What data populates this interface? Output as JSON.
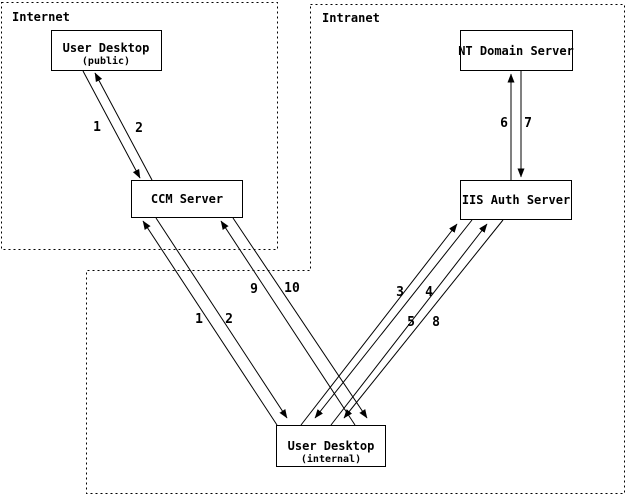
{
  "diagram": {
    "title_colors": {
      "ink": "#000000",
      "paper": "#ffffff"
    },
    "zones": [
      {
        "id": "internet",
        "label": "Internet"
      },
      {
        "id": "intranet",
        "label": "Intranet"
      }
    ],
    "nodes": [
      {
        "id": "user-desktop-public",
        "title": "User Desktop",
        "subtitle": "(public)"
      },
      {
        "id": "ccm-server",
        "title": "CCM Server",
        "subtitle": ""
      },
      {
        "id": "nt-domain-server",
        "title": "NT Domain Server",
        "subtitle": ""
      },
      {
        "id": "iis-auth-server",
        "title": "IIS Auth Server",
        "subtitle": ""
      },
      {
        "id": "user-desktop-internal",
        "title": "User Desktop",
        "subtitle": "(internal)"
      }
    ],
    "edges": [
      {
        "label": "1",
        "from": "user-desktop-public",
        "to": "ccm-server"
      },
      {
        "label": "2",
        "from": "ccm-server",
        "to": "user-desktop-public"
      },
      {
        "label": "1",
        "from": "user-desktop-internal",
        "to": "ccm-server"
      },
      {
        "label": "2",
        "from": "ccm-server",
        "to": "user-desktop-internal"
      },
      {
        "label": "9",
        "from": "user-desktop-internal",
        "to": "ccm-server"
      },
      {
        "label": "10",
        "from": "ccm-server",
        "to": "user-desktop-internal"
      },
      {
        "label": "3",
        "from": "user-desktop-internal",
        "to": "iis-auth-server"
      },
      {
        "label": "4",
        "from": "iis-auth-server",
        "to": "user-desktop-internal"
      },
      {
        "label": "5",
        "from": "user-desktop-internal",
        "to": "iis-auth-server"
      },
      {
        "label": "8",
        "from": "iis-auth-server",
        "to": "user-desktop-internal"
      },
      {
        "label": "6",
        "from": "iis-auth-server",
        "to": "nt-domain-server"
      },
      {
        "label": "7",
        "from": "nt-domain-server",
        "to": "iis-auth-server"
      }
    ]
  }
}
